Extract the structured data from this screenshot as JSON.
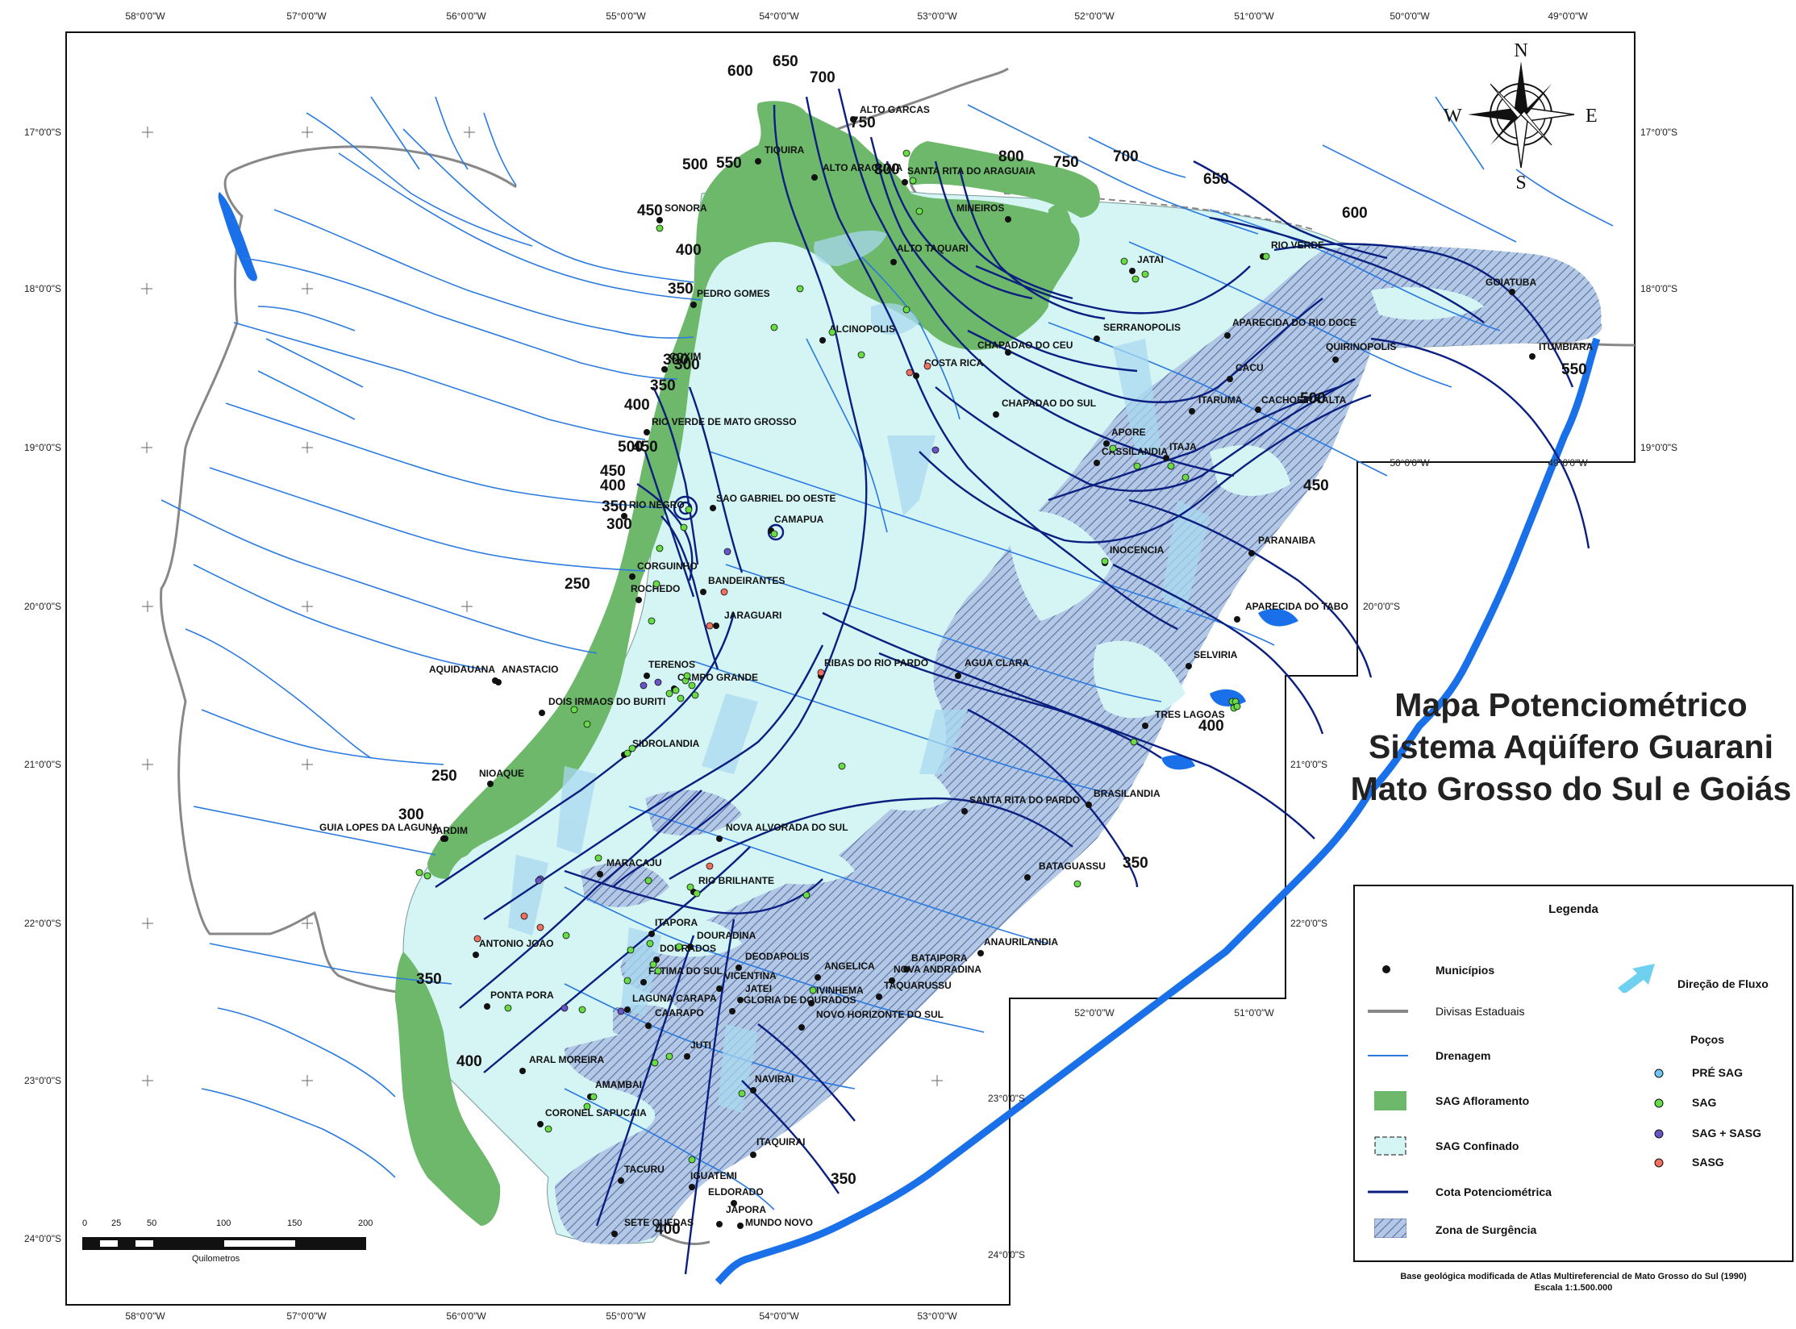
{
  "title": [
    "Mapa Potenciométrico",
    "Sistema Aqüífero Guarani",
    "Mato Grosso do Sul e Goiás"
  ],
  "legend": {
    "heading": "Legenda",
    "items": {
      "municipios": "Municípios",
      "divisas": "Divisas Estaduais",
      "drenagem": "Drenagem",
      "afloramento": "SAG Afloramento",
      "confinado": "SAG Confinado",
      "cota": "Cota Potenciométrica",
      "surgencia": "Zona de Surgência",
      "fluxo": "Direção de Fluxo"
    },
    "wells_heading": "Poços",
    "wells": [
      {
        "label": "PRÉ SAG",
        "color": "#6ec6f0"
      },
      {
        "label": "SAG",
        "color": "#66dd44"
      },
      {
        "label": "SAG + SASG",
        "color": "#6a55c8"
      },
      {
        "label": "SASG",
        "color": "#f07060"
      }
    ]
  },
  "source_note": [
    "Base geológica modificada de Atlas Multireferencial de Mato Grosso do Sul (1990)",
    "Escala 1:1.500.000"
  ],
  "scale_bar": {
    "ticks": [
      "0",
      "25",
      "50",
      "100",
      "150",
      "200"
    ],
    "unit": "Quilometros"
  },
  "compass": {
    "n": "N",
    "s": "S",
    "e": "E",
    "w": "W"
  },
  "coordinates": {
    "top": [
      "58°0'0\"W",
      "57°0'0\"W",
      "56°0'0\"W",
      "55°0'0\"W",
      "54°0'0\"W",
      "53°0'0\"W",
      "52°0'0\"W",
      "51°0'0\"W",
      "50°0'0\"W",
      "49°0'0\"W"
    ],
    "bottom": [
      "58°0'0\"W",
      "57°0'0\"W",
      "56°0'0\"W",
      "55°0'0\"W",
      "54°0'0\"W",
      "53°0'0\"W"
    ],
    "inner": [
      "52°0'0\"W",
      "51°0'0\"W",
      "50°0'0\"W",
      "49°0'0\"W"
    ],
    "left": [
      "17°0'0\"S",
      "18°0'0\"S",
      "19°0'0\"S",
      "20°0'0\"S",
      "21°0'0\"S",
      "22°0'0\"S",
      "23°0'0\"S",
      "24°0'0\"S"
    ],
    "right": [
      "17°0'0\"S",
      "18°0'0\"S",
      "19°0'0\"S",
      "20°0'0\"S",
      "21°0'0\"S",
      "22°0'0\"S",
      "23°0'0\"S",
      "24°0'0\"S"
    ]
  },
  "contour_labels": [
    "600",
    "650",
    "700",
    "750",
    "800",
    "800",
    "750",
    "700",
    "650",
    "600",
    "550",
    "500",
    "450",
    "400",
    "350",
    "300",
    "300",
    "350",
    "400",
    "450",
    "500",
    "450",
    "400",
    "350",
    "300",
    "250",
    "250",
    "300",
    "350",
    "400",
    "350",
    "400",
    "450",
    "500",
    "550",
    "400",
    "350"
  ],
  "municipalities": [
    "ALTO GARCAS",
    "TIQUIRA",
    "ALTO ARAGUAIA",
    "SANTA RITA DO ARAGUAIA",
    "SONORA",
    "MINEIROS",
    "ALTO TAQUARI",
    "JATAI",
    "RIO VERDE",
    "PEDRO GOMES",
    "GOIATUBA",
    "APARECIDA DO RIO DOCE",
    "ALCINOPOLIS",
    "SERRANOPOLIS",
    "CHAPADAO DO CEU",
    "QUIRINOPOLIS",
    "ITUMBIARA",
    "COXIM",
    "COSTA RICA",
    "CACU",
    "ITARUMA",
    "CACHOEIRA ALTA",
    "CHAPADAO DO SUL",
    "RIO VERDE DE MATO GROSSO",
    "APORE",
    "CASSILANDIA",
    "ITAJA",
    "RIO NEGRO",
    "SAO GABRIEL DO OESTE",
    "CAMAPUA",
    "INOCENCIA",
    "PARANAIBA",
    "CORGUINHO",
    "BANDEIRANTES",
    "ROCHEDO",
    "JARAGUARI",
    "APARECIDA DO TABO",
    "AQUIDAUANA",
    "ANASTACIO",
    "TERENOS",
    "CAMPO GRANDE",
    "RIBAS DO RIO PARDO",
    "AGUA CLARA",
    "SELVIRIA",
    "DOIS IRMAOS DO BURITI",
    "TRES LAGOAS",
    "SIDROLANDIA",
    "NIOAQUE",
    "SANTA RITA DO PARDO",
    "BRASILANDIA",
    "GUIA LOPES DA LAGUNA",
    "JARDIM",
    "NOVA ALVORADA DO SUL",
    "MARACAJU",
    "BATAGUASSU",
    "RIO BRILHANTE",
    "ITAPORA",
    "DOURADINA",
    "ANGELICA",
    "ANAURILANDIA",
    "ANTONIO JOAO",
    "DOURADOS",
    "IVINHEMA",
    "BATAIPORA",
    "NOVA ANDRADINA",
    "DEODAPOLIS",
    "FATIMA DO SUL",
    "VICENTINA",
    "TAQUARUSSU",
    "JATEI",
    "PONTA PORA",
    "LAGUNA CARAPA",
    "GLORIA DE DOURADOS",
    "CAARAPO",
    "NOVO HORIZONTE DO SUL",
    "JUTI",
    "ARAL MOREIRA",
    "NAVIRAI",
    "AMAMBAI",
    "CORONEL SAPUCAIA",
    "ITAQUIRAI",
    "TACURU",
    "IGUATEMI",
    "ELDORADO",
    "JAPORA",
    "MUNDO NOVO",
    "SETE QUEDAS"
  ]
}
